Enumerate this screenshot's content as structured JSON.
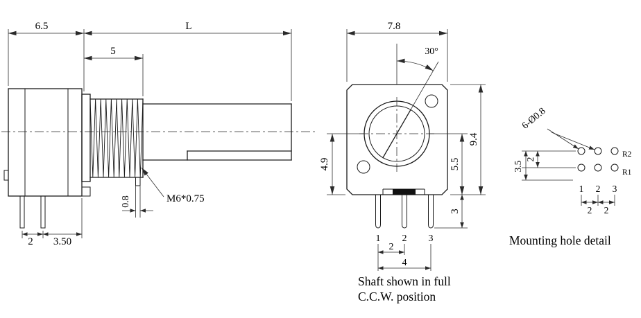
{
  "side_view": {
    "dim_body_width": "6.5",
    "dim_shaft_length": "L",
    "dim_thread_length": "5",
    "thread_spec": "M6*0.75",
    "dim_washer_thickness": "0.8",
    "dim_pin_pitch": "2",
    "dim_pin_to_bushing": "3.50"
  },
  "front_view": {
    "dim_body_width": "7.8",
    "angle_label": "30°",
    "dim_body_height": "9.4",
    "dim_center_height_right": "5.5",
    "dim_center_height_left": "4.9",
    "dim_pin_length": "3",
    "pin_labels": [
      "1",
      "2",
      "3"
    ],
    "dim_pin_pitch": "2",
    "dim_pin_span": "4",
    "caption_line1": "Shaft shown in full",
    "caption_line2": "C.C.W. position"
  },
  "mounting_detail": {
    "hole_spec": "6-Ø0.8",
    "dim_row_pitch": "2",
    "dim_row_offset": "3.5",
    "row_labels": [
      "R2",
      "R1"
    ],
    "col_labels": [
      "1",
      "2",
      "3"
    ],
    "dim_col_pitch_1": "2",
    "dim_col_pitch_2": "2",
    "caption": "Mounting hole detail"
  }
}
